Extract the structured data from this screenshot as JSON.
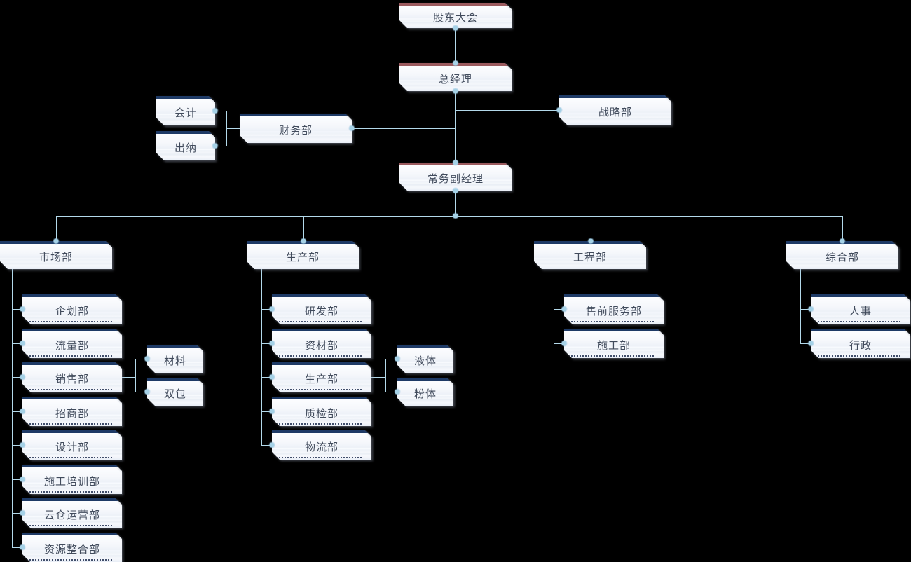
{
  "palette": {
    "background": "#000000",
    "executive_top_bar": "#9b5a5e",
    "department_top_bar": "#1e3a66",
    "connector_line": "#b3d9ea",
    "connector_dot": "#a5d1e6",
    "node_fill": "#f1f4fa",
    "node_text": "#414b5c",
    "dashed_divider": "#2e3d5c"
  },
  "org": {
    "executives": {
      "shareholders": "股东大会",
      "general_manager": "总经理",
      "deputy_general_manager": "常务副经理"
    },
    "staff": {
      "strategy": "战略部",
      "finance": "财务部",
      "finance_sub": [
        "会计",
        "出纳"
      ]
    },
    "departments": [
      {
        "label": "市场部",
        "children": [
          "企划部",
          "流量部",
          "销售部",
          "招商部",
          "设计部",
          "施工培训部",
          "云仓运营部",
          "资源整合部"
        ]
      },
      {
        "label": "生产部",
        "children": [
          "研发部",
          "资材部",
          "生产部",
          "质检部",
          "物流部"
        ]
      },
      {
        "label": "工程部",
        "children": [
          "售前服务部",
          "施工部"
        ]
      },
      {
        "label": "综合部",
        "children": [
          "人事",
          "行政"
        ]
      }
    ],
    "sales_sub_teams": [
      "材料",
      "双包"
    ],
    "production_sub_teams": [
      "液体",
      "粉体"
    ]
  }
}
